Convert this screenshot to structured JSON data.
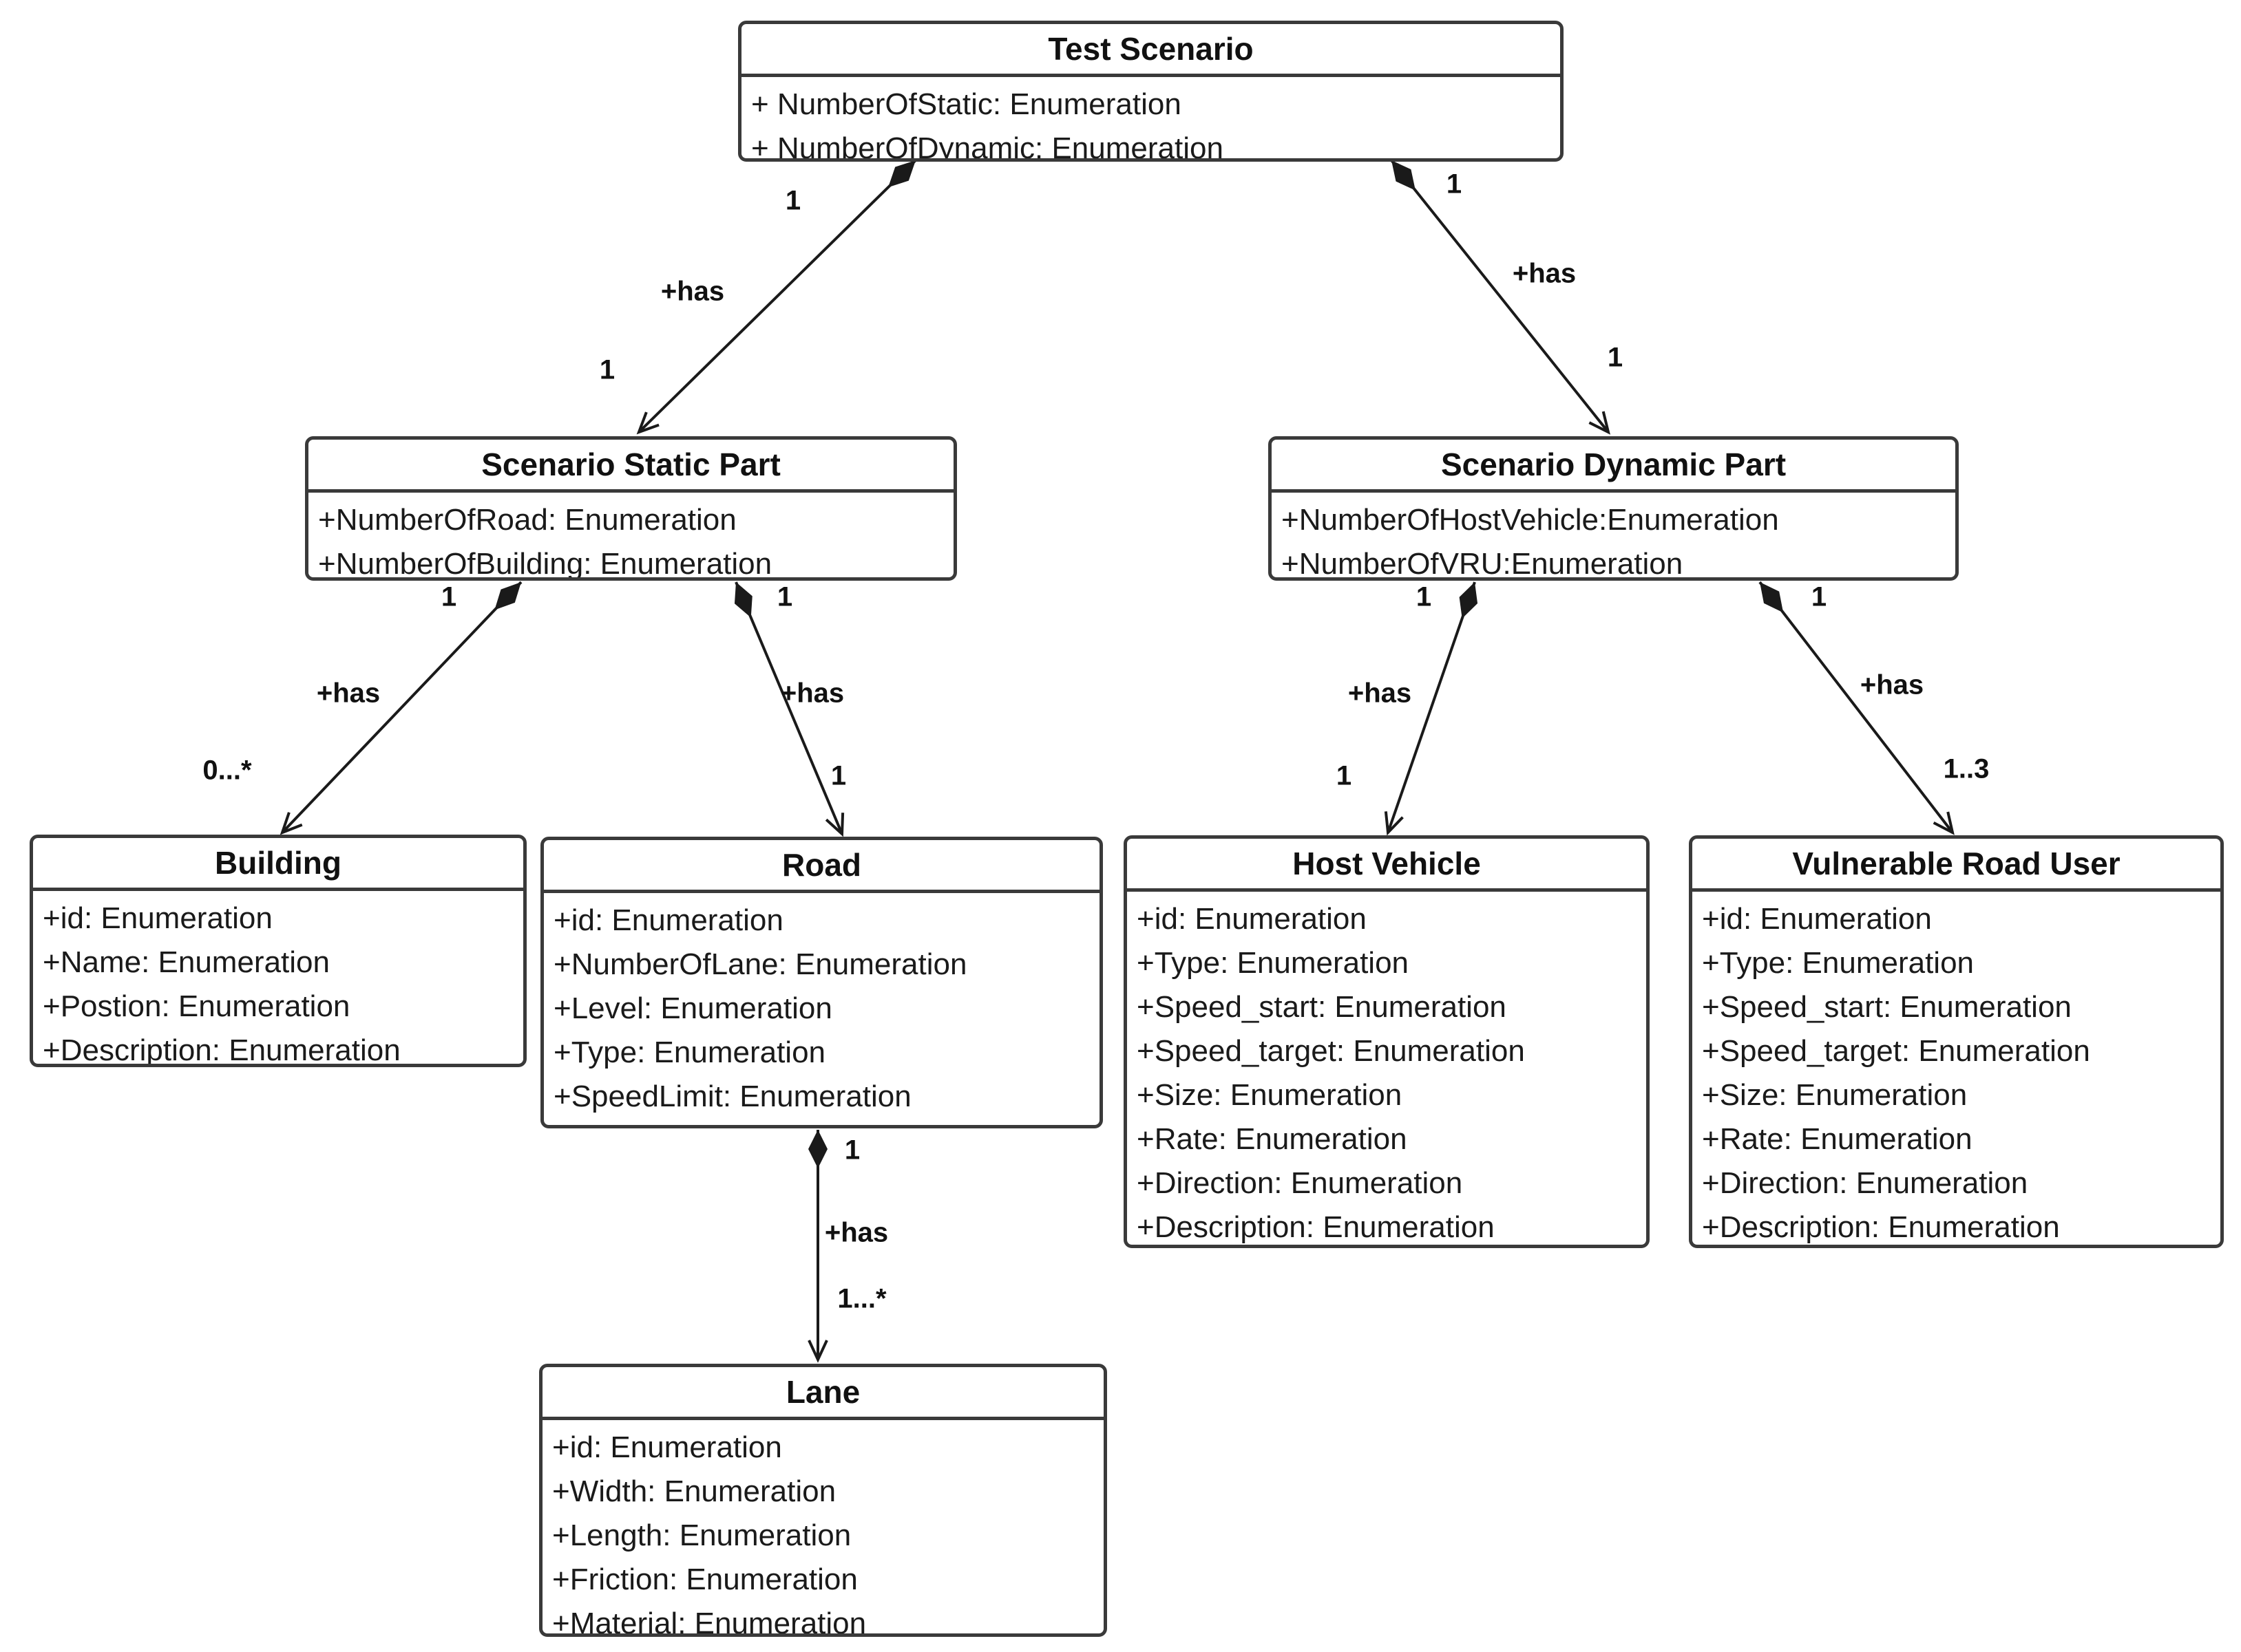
{
  "diagram": {
    "colors": {
      "background": "#ffffff",
      "border": "#3a3a3a",
      "text": "#111111",
      "line": "#1a1a1a"
    },
    "classes": [
      {
        "title": "Test Scenario",
        "attributes": [
          "+ NumberOfStatic: Enumeration",
          "+ NumberOfDynamic: Enumeration"
        ]
      },
      {
        "title": "Scenario Static Part",
        "attributes": [
          "+NumberOfRoad: Enumeration",
          "+NumberOfBuilding: Enumeration"
        ]
      },
      {
        "title": "Scenario Dynamic Part",
        "attributes": [
          "+NumberOfHostVehicle:Enumeration",
          "+NumberOfVRU:Enumeration"
        ]
      },
      {
        "title": "Building",
        "attributes": [
          "+id: Enumeration",
          "+Name: Enumeration",
          "+Postion: Enumeration",
          "+Description: Enumeration"
        ]
      },
      {
        "title": "Road",
        "attributes": [
          "+id: Enumeration",
          "+NumberOfLane: Enumeration",
          "+Level: Enumeration",
          "+Type: Enumeration",
          "+SpeedLimit: Enumeration"
        ]
      },
      {
        "title": "Host Vehicle",
        "attributes": [
          "+id: Enumeration",
          "+Type: Enumeration",
          "+Speed_start: Enumeration",
          "+Speed_target: Enumeration",
          "+Size: Enumeration",
          "+Rate: Enumeration",
          "+Direction: Enumeration",
          "+Description: Enumeration"
        ]
      },
      {
        "title": "Vulnerable Road User",
        "attributes": [
          "+id: Enumeration",
          "+Type: Enumeration",
          "+Speed_start: Enumeration",
          "+Speed_target: Enumeration",
          "+Size: Enumeration",
          "+Rate: Enumeration",
          "+Direction: Enumeration",
          "+Description: Enumeration"
        ]
      },
      {
        "title": "Lane",
        "attributes": [
          "+id: Enumeration",
          "+Width: Enumeration",
          "+Length: Enumeration",
          "+Friction: Enumeration",
          "+Material: Enumeration"
        ]
      }
    ],
    "edges": [
      {
        "from": "Test Scenario",
        "to": "Scenario Static Part",
        "label": "+has",
        "source_mult": "1",
        "target_mult": "1"
      },
      {
        "from": "Test Scenario",
        "to": "Scenario Dynamic Part",
        "label": "+has",
        "source_mult": "1",
        "target_mult": "1"
      },
      {
        "from": "Scenario Static Part",
        "to": "Building",
        "label": "+has",
        "source_mult": "1",
        "target_mult": "0...*"
      },
      {
        "from": "Scenario Static Part",
        "to": "Road",
        "label": "+has",
        "source_mult": "1",
        "target_mult": "1"
      },
      {
        "from": "Scenario Dynamic Part",
        "to": "Host Vehicle",
        "label": "+has",
        "source_mult": "1",
        "target_mult": "1"
      },
      {
        "from": "Scenario Dynamic Part",
        "to": "Vulnerable Road User",
        "label": "+has",
        "source_mult": "1",
        "target_mult": "1..3"
      },
      {
        "from": "Road",
        "to": "Lane",
        "label": "+has",
        "source_mult": "1",
        "target_mult": "1...*"
      }
    ]
  }
}
